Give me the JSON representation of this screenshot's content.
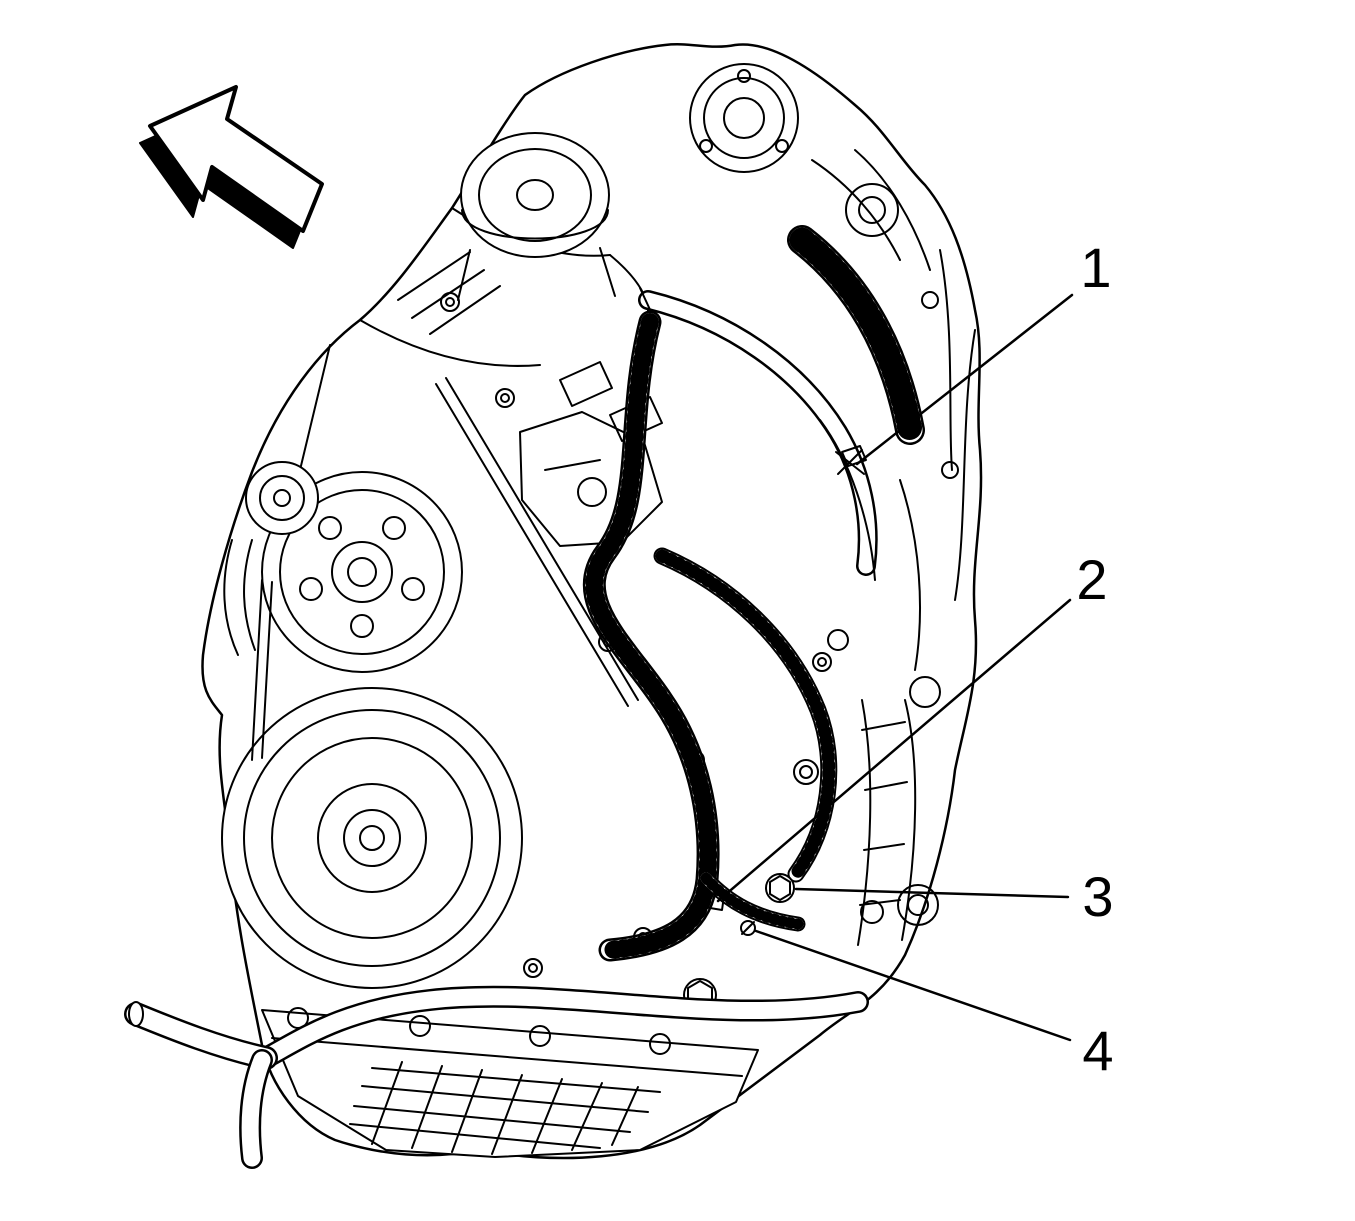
{
  "figure": {
    "type": "technical-line-illustration",
    "subject": "engine-assembly-front-view",
    "callouts": [
      {
        "label": "1"
      },
      {
        "label": "2"
      },
      {
        "label": "3"
      },
      {
        "label": "4"
      }
    ],
    "icons": {
      "direction_arrow": "front-direction-arrow"
    },
    "colors": {
      "line": "#000000",
      "background": "#ffffff"
    }
  }
}
